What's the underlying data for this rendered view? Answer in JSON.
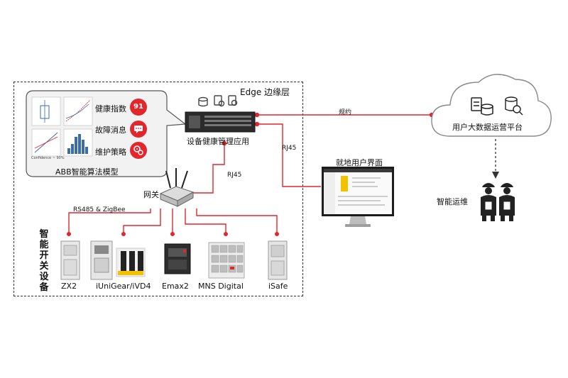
{
  "edge_layer_label": "Edge 边缘层",
  "algorithm_model": {
    "title": "ABB智能算法模型",
    "items": [
      {
        "label": "健康指数",
        "badge": "91"
      },
      {
        "label": "故障消息",
        "badge": "..."
      },
      {
        "label": "维护策略",
        "badge": ""
      }
    ],
    "mini_chart_text": "Confidence ~ 90%"
  },
  "health_app_label": "设备健康管理应用",
  "gateway_label": "网关",
  "links": {
    "protocol": "规约",
    "rj45_right": "RJ45",
    "rj45_gateway": "RJ45",
    "rs485": "RS485 & ZigBee"
  },
  "cloud_label": "用户大数据运营平台",
  "local_ui_label": "就地用户界面",
  "maintenance_label": "智能运维",
  "switchgear_vertical_label": [
    "智",
    "能",
    "开",
    "关",
    "设",
    "备"
  ],
  "devices": [
    "ZX2",
    "iUniGear/iVD4",
    "Emax2",
    "MNS Digital",
    "iSafe"
  ],
  "colors": {
    "accent": "#e3262b",
    "line": "#333333"
  }
}
